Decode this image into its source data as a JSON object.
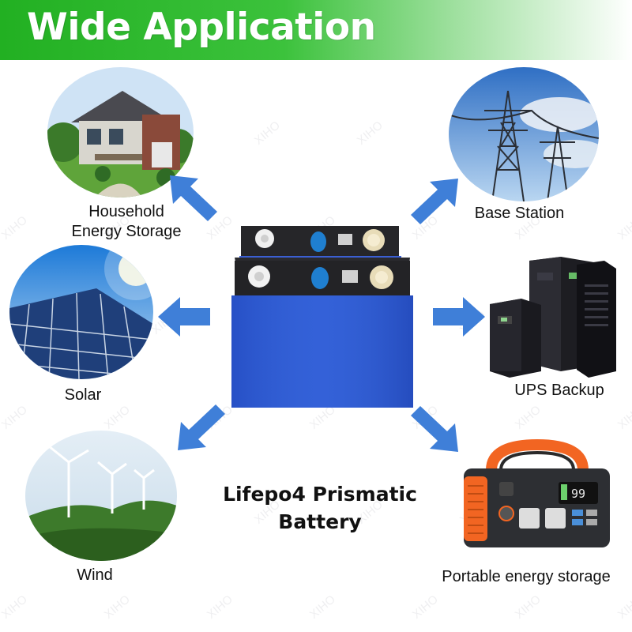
{
  "banner": {
    "title": "Wide Application"
  },
  "applications": {
    "household": "Household\nEnergy Storage",
    "base_station": "Base Station",
    "solar": "Solar",
    "ups": "UPS Backup",
    "wind": "Wind",
    "portable": "Portable energy storage"
  },
  "product": {
    "title_line1": "Lifepo4 Prismatic",
    "title_line2": "Battery"
  },
  "devices": {
    "power_station_display": "99"
  },
  "watermark": "XIHO",
  "colors": {
    "banner_green": "#22b022",
    "arrow_blue": "#3f7fd8",
    "battery_blue": "#2f55c8",
    "accent_orange": "#f26522"
  },
  "icons": [
    "arrow-icon",
    "battery-icon",
    "house-photo",
    "pylon-photo",
    "solar-panel-photo",
    "ups-photo",
    "wind-turbine-photo",
    "power-station-photo"
  ]
}
